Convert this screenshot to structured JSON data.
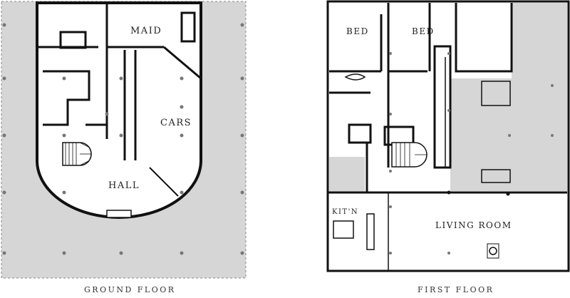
{
  "ground_floor": {
    "caption": "GROUND FLOOR",
    "rooms": {
      "maid": "MAID",
      "cars": "CARS",
      "hall": "HALL"
    }
  },
  "first_floor": {
    "caption": "FIRST FLOOR",
    "rooms": {
      "bed1": "BED",
      "bed2": "BED",
      "kitchen": "KIT'N",
      "living": "LIVING ROOM"
    }
  },
  "colors": {
    "terrace": "#d6d6d6",
    "wall": "#111111",
    "column": "#777777"
  }
}
